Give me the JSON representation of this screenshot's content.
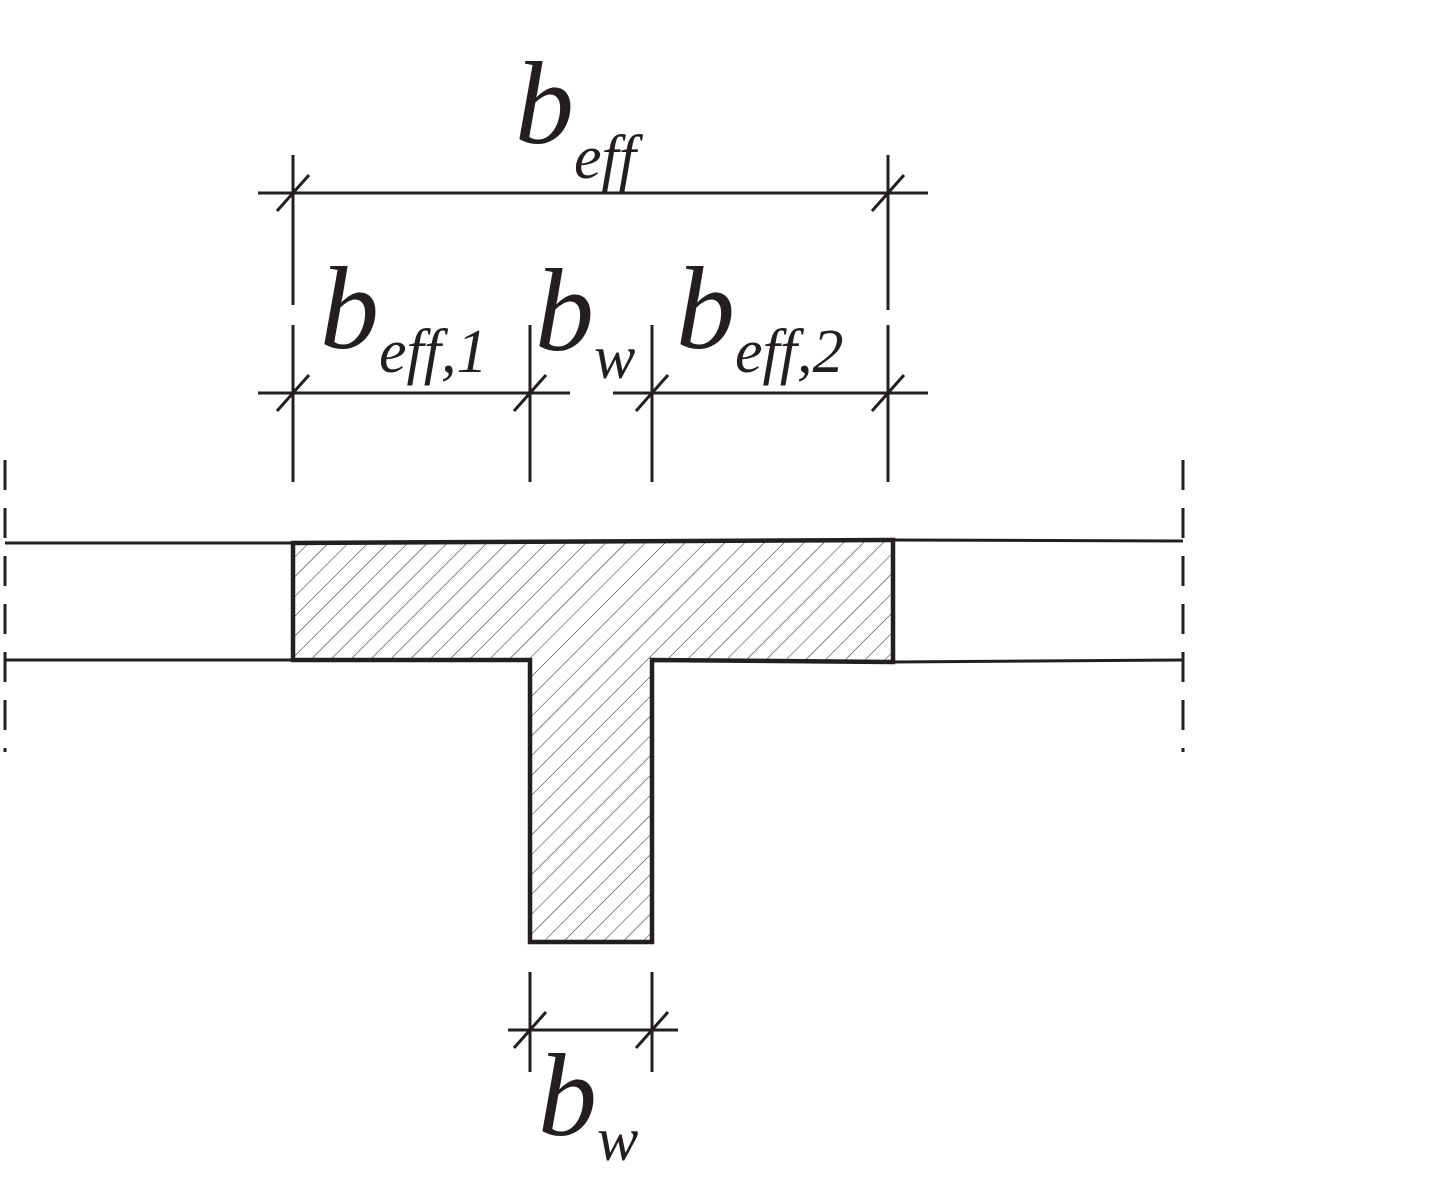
{
  "title": "Effective flange width of T-beam",
  "labels": {
    "b_eff": {
      "main": "b",
      "sub": "eff"
    },
    "b_eff1": {
      "main": "b",
      "sub": "eff,1"
    },
    "b_w_top": {
      "main": "b",
      "sub": "w"
    },
    "b_eff2": {
      "main": "b",
      "sub": "eff,2"
    },
    "b_w_bottom": {
      "main": "b",
      "sub": "w"
    }
  },
  "colors": {
    "ink": "#231f20",
    "background": "#ffffff"
  }
}
